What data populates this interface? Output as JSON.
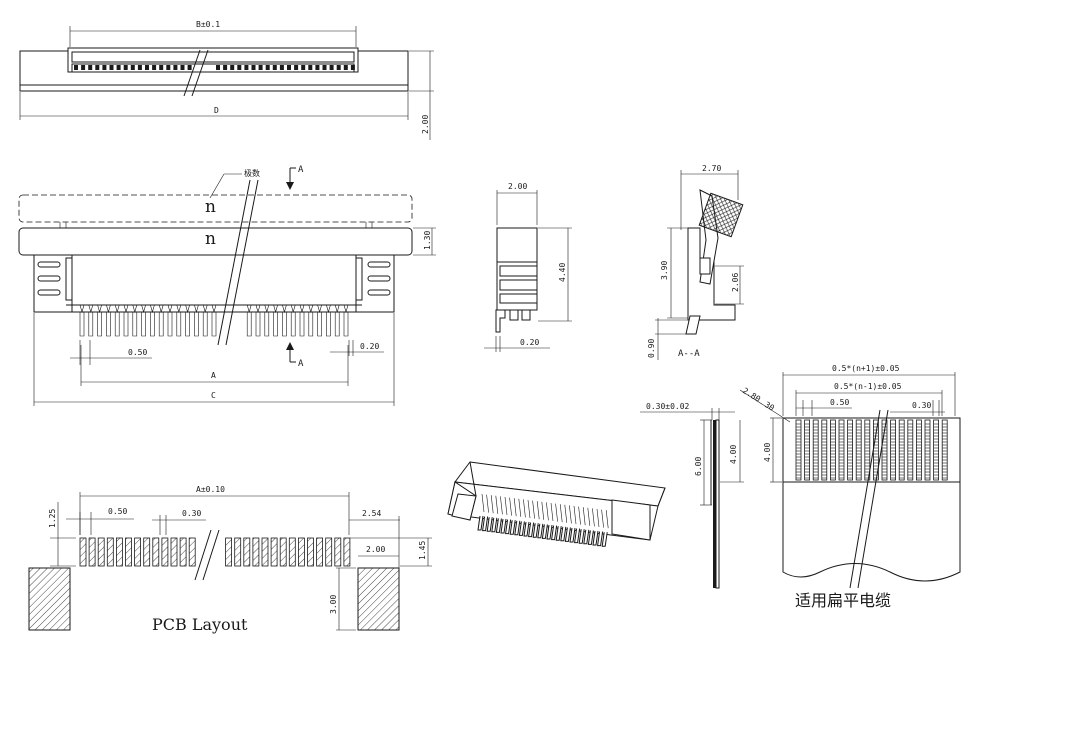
{
  "labels": {
    "top_b": "B±0.1",
    "top_d": "D",
    "top_h": "2.00",
    "pole_count": "极数",
    "n": "n",
    "section_mark": "A",
    "body_h": "1.30",
    "pitch_050": "0.50",
    "pin_020": "0.20",
    "dim_a": "A",
    "dim_c": "C",
    "side_w": "2.00",
    "side_h": "4.40",
    "side_pin": "0.20",
    "sec_w": "2.70",
    "sec_h1": "3.90",
    "sec_h2": "2.06",
    "sec_h3": "0.90",
    "sec_name": "A--A",
    "fpc_total": "0.5*(n+1)±0.05",
    "fpc_inner": "0.5*(n-1)±0.05",
    "fpc_pitch": "0.50",
    "fpc_cw": "0.30",
    "fpc_edge": "2.80",
    "fpc_edge2": "30",
    "fpc_h": "4.00",
    "fpc_thick": "0.30±0.02",
    "fpc_side_h1": "6.00",
    "fpc_side_h2": "4.00",
    "fpc_caption": "适用扁平电缆",
    "pcb_a": "A±0.10",
    "pcb_pitch": "0.50",
    "pcb_pad": "0.30",
    "pcb_h": "1.25",
    "pcb_254": "2.54",
    "pcb_200": "2.00",
    "pcb_145": "1.45",
    "pcb_300": "3.00",
    "pcb_title": "PCB Layout"
  }
}
